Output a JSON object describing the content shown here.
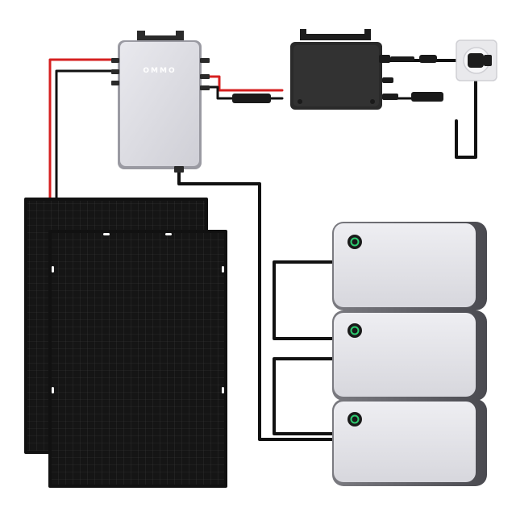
{
  "scene": {
    "description_alt": "",
    "background": "#ffffff",
    "colors": {
      "panel": "#141414",
      "panel_grid": "#3a3a3a",
      "cable_black": "#111111",
      "cable_red": "#d62020",
      "controller_body": "#dcdce0",
      "inverter_body": "#2a2a2a",
      "battery_body": "#e6e6ea",
      "battery_trim": "#5a5a60",
      "battery_led": "#2ecc71",
      "socket": "#f2f2f2"
    },
    "controller": {
      "brand_text": "OMMO"
    },
    "batteries": {
      "count": 3
    },
    "solar_panels": {
      "count": 2
    }
  }
}
